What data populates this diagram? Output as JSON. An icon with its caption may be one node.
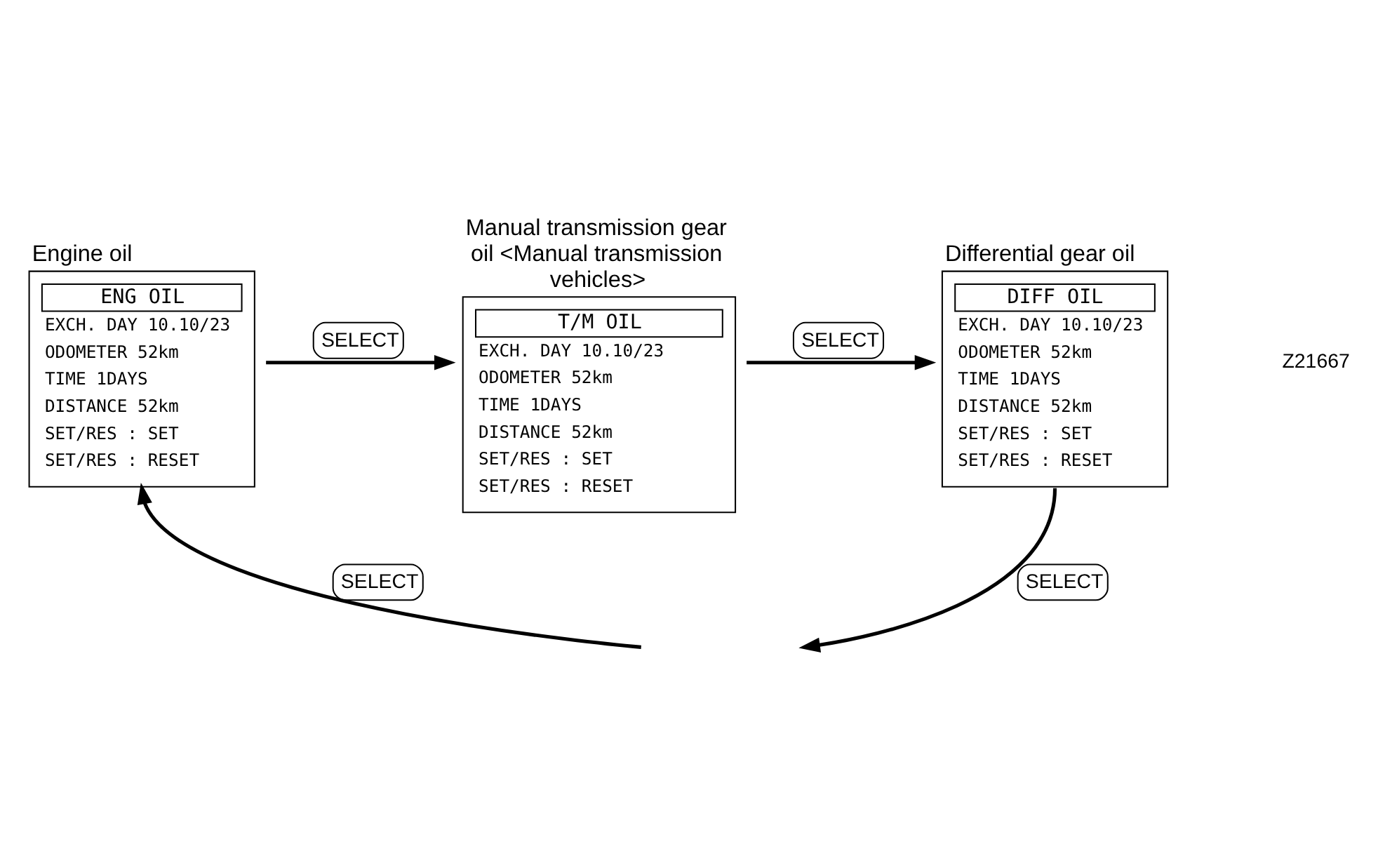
{
  "diagram": {
    "nodes": [
      {
        "text": [
          "Engine oil",
          "ENG OIL",
          "EXCH. DAY 10.10/23",
          "ODOMETER 52km",
          "TIME 1DAYS",
          "DISTANCE 52km",
          "SET/RES : SET",
          "SET/RES : RESET"
        ]
      },
      {
        "text": [
          "Manual transmission gear oil <Manual transmission vehicles>",
          "T/M OIL",
          "EXCH. DAY 10.10/23",
          "ODOMETER 52km",
          "TIME 1DAYS",
          "DISTANCE 52km",
          "SET/RES : SET",
          "SET/RES : RESET"
        ]
      },
      {
        "text": [
          "Differential gear oil",
          "DIFF OIL",
          "EXCH. DAY 10.10/23",
          "ODOMETER 52km",
          "TIME 1DAYS",
          "DISTANCE 52km",
          "SET/RES : SET",
          "SET/RES : RESET"
        ]
      }
    ],
    "edges": [
      {
        "from": 0,
        "to": 1,
        "arrow": "to",
        "label": "SELECT"
      },
      {
        "from": 1,
        "to": 2,
        "arrow": "to",
        "label": "SELECT"
      },
      {
        "from": 2,
        "to": null,
        "arrow": "to",
        "label": "SELECT"
      },
      {
        "from": null,
        "to": 0,
        "arrow": "to",
        "label": "SELECT"
      }
    ],
    "labels": [
      "Z21667"
    ]
  }
}
